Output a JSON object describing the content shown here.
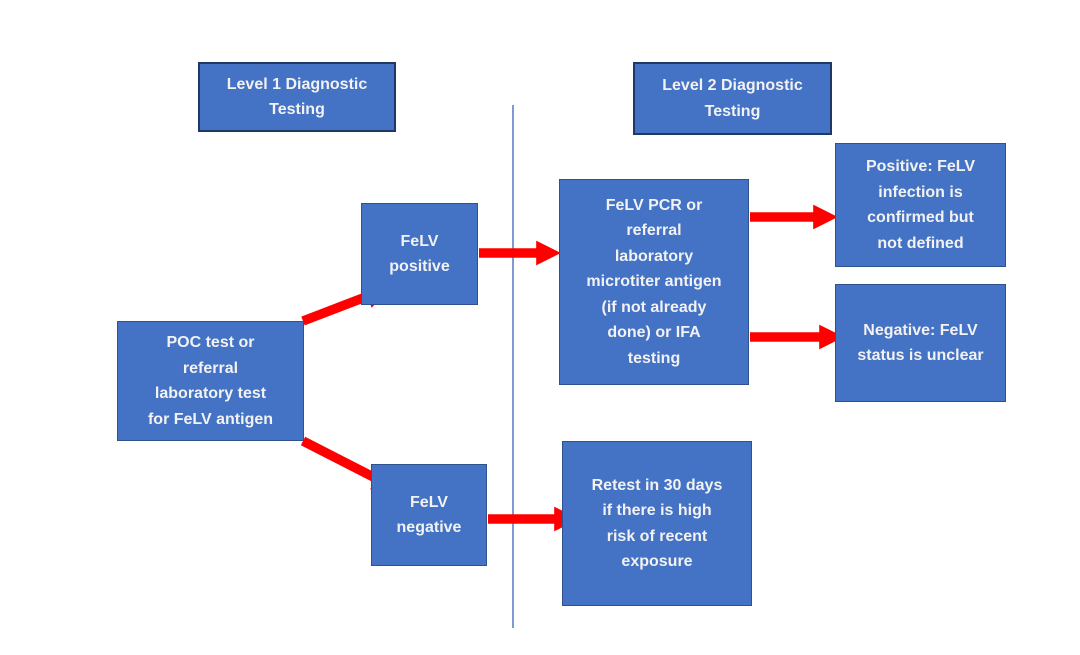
{
  "colors": {
    "page_bg": "#FFFFFF",
    "box_fill": "#4472C4",
    "box_border": "#2F528F",
    "title_border": "#1F3864",
    "box_text": "#F2F2F2",
    "arrow": "#FF0000",
    "divider": "#7D9BD2"
  },
  "flowchart": {
    "titles": {
      "level1": "Level 1 Diagnostic\nTesting",
      "level2": "Level 2 Diagnostic\nTesting"
    },
    "nodes": {
      "poc_test": "POC test or\nreferral\nlaboratory test\nfor FeLV antigen",
      "felv_positive": "FeLV\npositive",
      "felv_negative": "FeLV\nnegative",
      "level2_test": "FeLV PCR or\nreferral\nlaboratory\nmicrotiter antigen\n(if not already\ndone) or IFA\ntesting",
      "positive_outcome": "Positive: FeLV\ninfection is\nconfirmed but\nnot defined",
      "negative_outcome": "Negative: FeLV\nstatus is unclear",
      "retest": "Retest in 30 days\nif there is high\nrisk of recent\nexposure"
    },
    "connections": [
      {
        "from": "poc_test",
        "to": "felv_positive"
      },
      {
        "from": "poc_test",
        "to": "felv_negative"
      },
      {
        "from": "felv_positive",
        "to": "level2_test"
      },
      {
        "from": "felv_negative",
        "to": "retest"
      },
      {
        "from": "level2_test",
        "to": "positive_outcome"
      },
      {
        "from": "level2_test",
        "to": "negative_outcome"
      }
    ]
  }
}
